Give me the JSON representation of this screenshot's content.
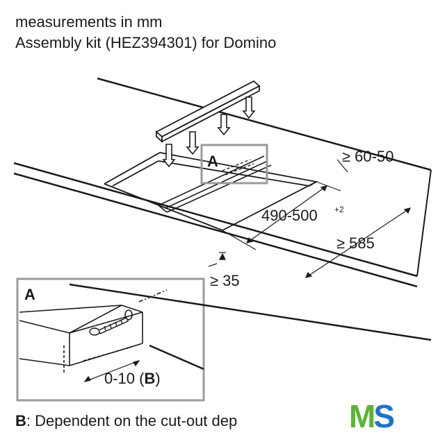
{
  "header": {
    "line1": "measurements in mm",
    "line2": "Assembly kit (HEZ394301) for Domino"
  },
  "labels": {
    "callout": "A",
    "inset_letter": "A",
    "dim_60_50": "≥ 60-50",
    "dim_490": "490-500",
    "dim_490_sup": "+2",
    "dim_585": "≥ 585",
    "dim_35": "≥ 35",
    "dim_gap": "0-10 (",
    "dim_gap_b": "B",
    "dim_gap_close": ")"
  },
  "footnote": {
    "key": "B",
    "text": ": Dependent on the cut-out dep"
  },
  "logo": {
    "m": "M",
    "s": "S"
  },
  "colors": {
    "line": "#1a1a1a",
    "frame": "#9a9a9a",
    "logo_green": "#5bb533",
    "logo_blue": "#1d74c8"
  }
}
